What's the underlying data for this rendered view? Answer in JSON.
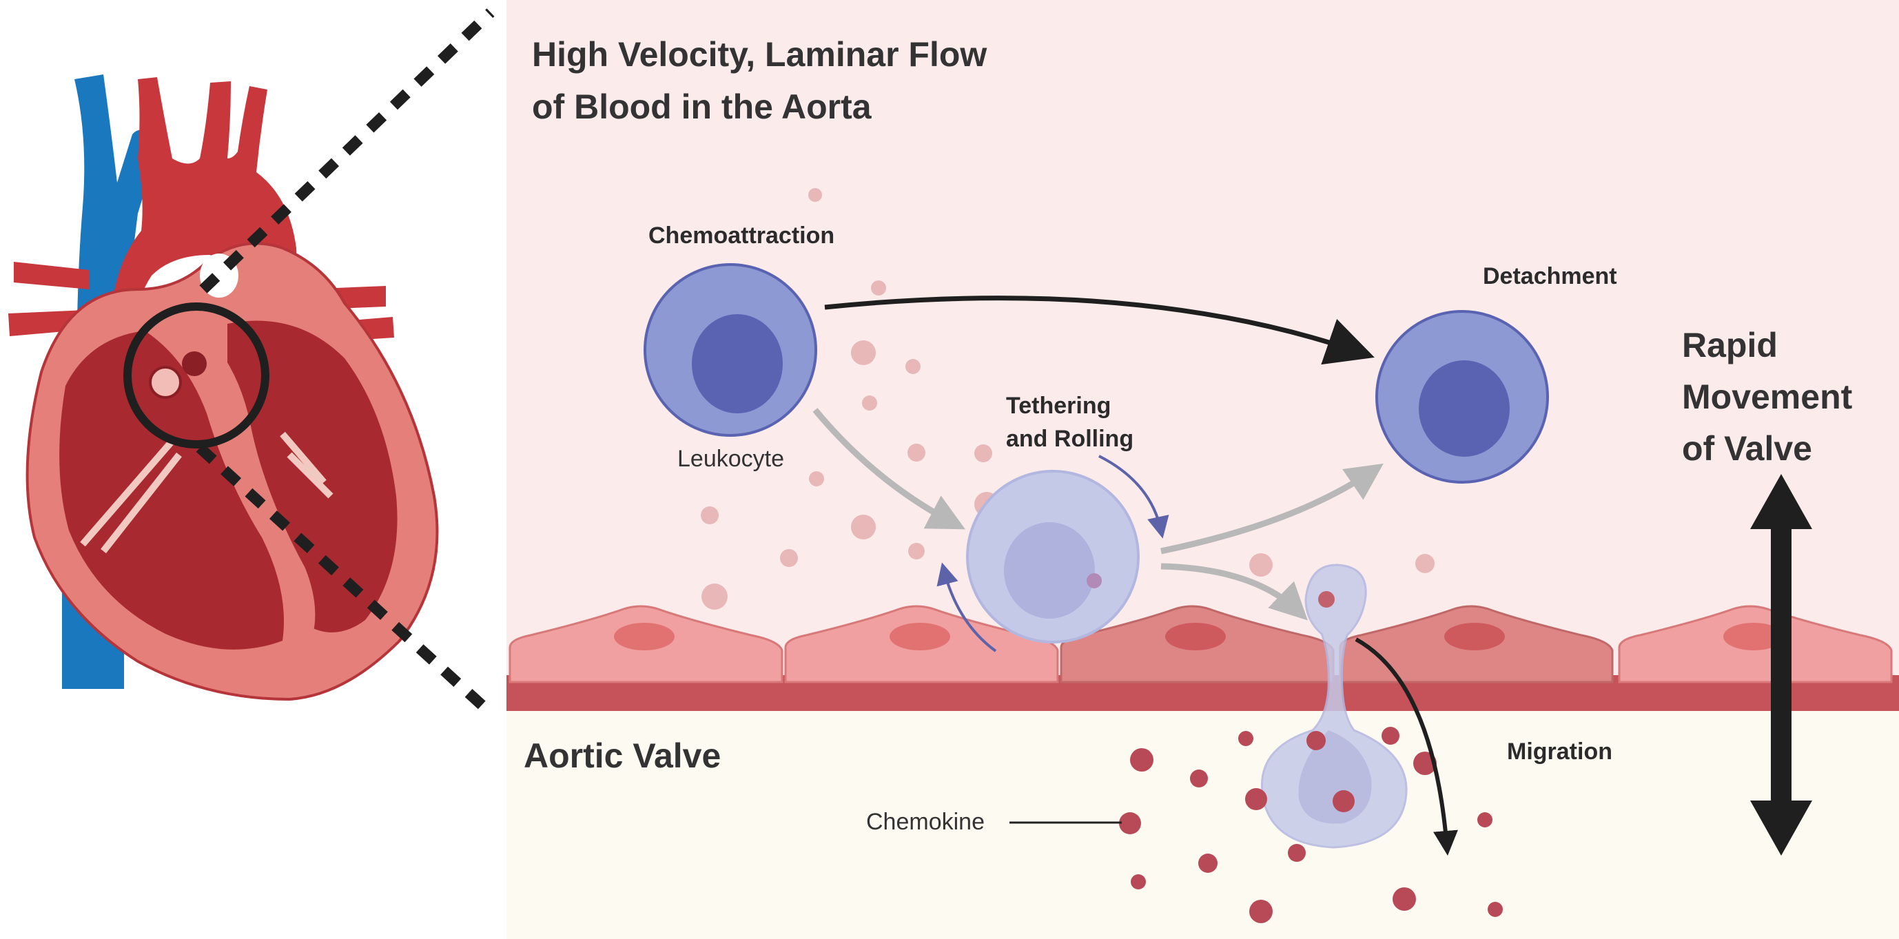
{
  "title": {
    "line1": "High Velocity, Laminar Flow",
    "line2": "of Blood in the Aorta"
  },
  "labels": {
    "chemoattraction": "Chemoattraction",
    "leukocyte": "Leukocyte",
    "tethering_line1": "Tethering",
    "tethering_line2": "and Rolling",
    "detachment": "Detachment",
    "migration": "Migration",
    "aortic_valve": "Aortic Valve",
    "chemokine": "Chemokine"
  },
  "side_text": {
    "line1": "Rapid",
    "line2": "Movement",
    "line3": "of Valve"
  },
  "colors": {
    "blood_bg": "#fcebeb",
    "valve_bg": "#fdfaf1",
    "cell_fill": "#8c99d3",
    "cell_nucleus": "#5a63b2",
    "ghost_cell": "#c5c9e8",
    "endothelium": "#f0a0a0",
    "endothelium_dark": "#de8686",
    "chemokine": "#b84a57",
    "arrow_dark": "#1f1f1f",
    "arrow_grey": "#b8b8b8",
    "arrow_purple": "#5c63a8",
    "heart_red": "#c8373c",
    "vessel_blue": "#1a78bf"
  }
}
